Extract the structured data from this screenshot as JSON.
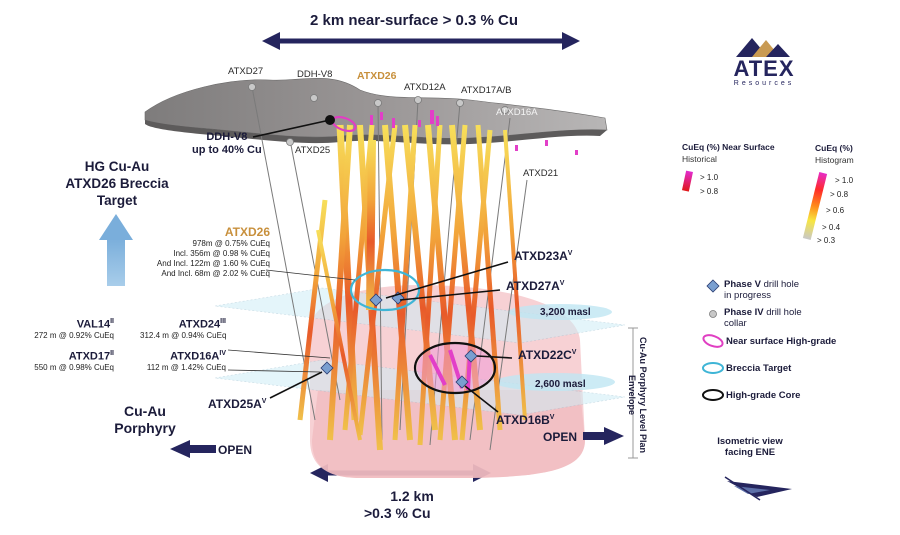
{
  "top_banner": "2 km near-surface > 0.3 % Cu",
  "bottom_banner_line1": "1.2 km",
  "bottom_banner_line2": ">0.3 % Cu",
  "logo": {
    "name": "ATEX",
    "tagline": "Resources"
  },
  "surface_holes": [
    "ATXD27",
    "DDH-V8",
    "ATXD26",
    "ATXD12A",
    "ATXD17A/B",
    "ATXD16A",
    "ATXD25",
    "ATXD21"
  ],
  "ddh_v8_callout": {
    "line1": "DDH-V8",
    "line2": "up to 40% Cu"
  },
  "hg_target": {
    "line1": "HG Cu-Au",
    "line2": "ATXD26 Breccia",
    "line3": "Target"
  },
  "atxd26_block": {
    "title": "ATXD26",
    "lines": [
      "978m @ 0.75% CuEq",
      "Incl. 356m @ 0.98 % CuEq",
      "And Incl. 122m @ 1.60 % CuEq",
      "And Incl. 68m @ 2.02 % CuEq"
    ]
  },
  "val14": {
    "name": "VAL14",
    "sup": "II",
    "detail": "272 m @ 0.92% CuEq"
  },
  "atxd17": {
    "name": "ATXD17",
    "sup": "II",
    "detail": "550 m @ 0.98% CuEq"
  },
  "atxd24": {
    "name": "ATXD24",
    "sup": "III",
    "detail": "312.4 m @ 0.94% CuEq"
  },
  "atxd16a": {
    "name": "ATXD16A",
    "sup": "IV",
    "detail": "112 m @ 1.42% CuEq"
  },
  "callouts": [
    {
      "name": "ATXD23A",
      "sup": "V"
    },
    {
      "name": "ATXD27A",
      "sup": "V"
    },
    {
      "name": "ATXD22C",
      "sup": "V"
    },
    {
      "name": "ATXD16B",
      "sup": "V"
    },
    {
      "name": "ATXD25A",
      "sup": "V"
    }
  ],
  "masl": [
    "3,200 masl",
    "2,600 masl"
  ],
  "porphyry_label": {
    "line1": "Cu-Au",
    "line2": "Porphyry"
  },
  "open_label": "OPEN",
  "envelope_label": {
    "line1": "Cu-Au Porphyry Level Plan",
    "line2": "Envelope"
  },
  "legend": {
    "near_surface_title": "CuEq (%) Near Surface",
    "near_surface_sub": "Historical",
    "near_surface_vals": [
      "> 1.0",
      "> 0.8"
    ],
    "hist_title": "CuEq (%)",
    "hist_sub": "Histogram",
    "hist_vals": [
      "> 1.0",
      "> 0.8",
      "> 0.6",
      "> 0.4",
      "> 0.3"
    ],
    "items": [
      {
        "label": "Phase V",
        "rest": "drill hole",
        "line2": "in progress"
      },
      {
        "label": "Phase IV",
        "rest": "drill hole",
        "line2": "collar"
      },
      {
        "label": "Near surface High-grade"
      },
      {
        "label": "Breccia Target"
      },
      {
        "label": "High-grade Core"
      }
    ],
    "iso_line1": "Isometric view",
    "iso_line2": "facing ENE"
  },
  "colors": {
    "navy": "#25255e",
    "arrow_blue": "#86b8de",
    "gold": "#c8903c",
    "magenta": "#e03fc2",
    "cyan": "#3fb5d6",
    "pink_body": "#f4c6c9"
  }
}
